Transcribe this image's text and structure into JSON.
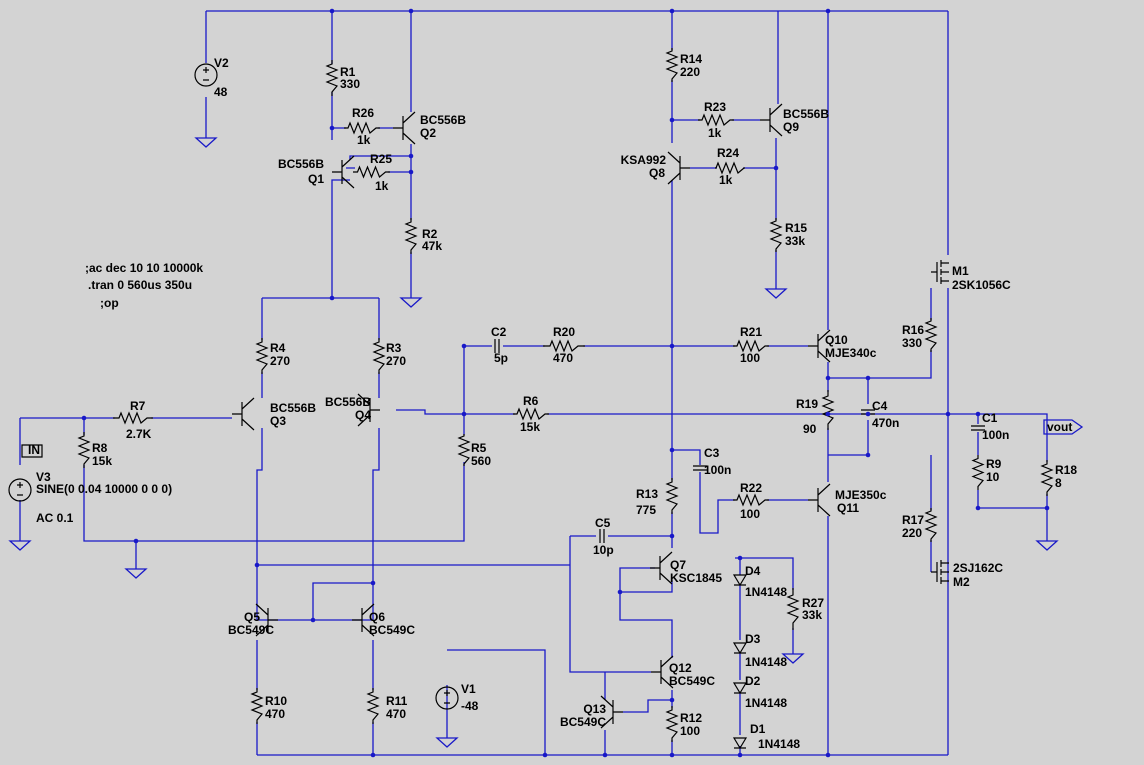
{
  "directives": [
    ";ac dec 10 10 10000k",
    ".tran 0 560us 350u",
    ";op"
  ],
  "ports": {
    "in": "IN",
    "out": "vout"
  },
  "components": {
    "V1": {
      "name": "V1",
      "value": "-48"
    },
    "V2": {
      "name": "V2",
      "value": "48"
    },
    "V3": {
      "name": "V3",
      "value": "SINE(0 0.04 10000 0 0 0)",
      "value2": "AC 0.1"
    },
    "R1": {
      "name": "R1",
      "value": "330"
    },
    "R2": {
      "name": "R2",
      "value": "47k"
    },
    "R3": {
      "name": "R3",
      "value": "270"
    },
    "R4": {
      "name": "R4",
      "value": "270"
    },
    "R5": {
      "name": "R5",
      "value": "560"
    },
    "R6": {
      "name": "R6",
      "value": "15k"
    },
    "R7": {
      "name": "R7",
      "value": "2.7K"
    },
    "R8": {
      "name": "R8",
      "value": "15k"
    },
    "R9": {
      "name": "R9",
      "value": "10"
    },
    "R10": {
      "name": "R10",
      "value": "470"
    },
    "R11": {
      "name": "R11",
      "value": "470"
    },
    "R12": {
      "name": "R12",
      "value": "100"
    },
    "R13": {
      "name": "R13",
      "value": "775"
    },
    "R14": {
      "name": "R14",
      "value": "220"
    },
    "R15": {
      "name": "R15",
      "value": "33k"
    },
    "R16": {
      "name": "R16",
      "value": "330"
    },
    "R17": {
      "name": "R17",
      "value": "220"
    },
    "R18": {
      "name": "R18",
      "value": "8"
    },
    "R19": {
      "name": "R19",
      "value": "90"
    },
    "R20": {
      "name": "R20",
      "value": "470"
    },
    "R21": {
      "name": "R21",
      "value": "100"
    },
    "R22": {
      "name": "R22",
      "value": "100"
    },
    "R23": {
      "name": "R23",
      "value": "1k"
    },
    "R24": {
      "name": "R24",
      "value": "1k"
    },
    "R25": {
      "name": "R25",
      "value": "1k"
    },
    "R26": {
      "name": "R26",
      "value": "1k"
    },
    "R27": {
      "name": "R27",
      "value": "33k"
    },
    "C1": {
      "name": "C1",
      "value": "100n"
    },
    "C2": {
      "name": "C2",
      "value": "5p"
    },
    "C3": {
      "name": "C3",
      "value": "100n"
    },
    "C4": {
      "name": "C4",
      "value": "470n"
    },
    "C5": {
      "name": "C5",
      "value": "10p"
    },
    "Q1": {
      "name": "Q1",
      "value": "BC556B"
    },
    "Q2": {
      "name": "Q2",
      "value": "BC556B"
    },
    "Q3": {
      "name": "Q3",
      "value": "BC556B"
    },
    "Q4": {
      "name": "Q4",
      "value": "BC556B"
    },
    "Q5": {
      "name": "Q5",
      "value": "BC549C"
    },
    "Q6": {
      "name": "Q6",
      "value": "BC549C"
    },
    "Q7": {
      "name": "Q7",
      "value": "KSC1845"
    },
    "Q8": {
      "name": "Q8",
      "value": "KSA992"
    },
    "Q9": {
      "name": "Q9",
      "value": "BC556B"
    },
    "Q10": {
      "name": "Q10",
      "value": "MJE340c"
    },
    "Q11": {
      "name": "Q11",
      "value": "MJE350c"
    },
    "Q12": {
      "name": "Q12",
      "value": "BC549C"
    },
    "Q13": {
      "name": "Q13",
      "value": "BC549C"
    },
    "M1": {
      "name": "M1",
      "value": "2SK1056C"
    },
    "M2": {
      "name": "M2",
      "value": "2SJ162C"
    },
    "D1": {
      "name": "D1",
      "value": "1N4148"
    },
    "D2": {
      "name": "D2",
      "value": "1N4148"
    },
    "D3": {
      "name": "D3",
      "value": "1N4148"
    },
    "D4": {
      "name": "D4",
      "value": "1N4148"
    }
  }
}
